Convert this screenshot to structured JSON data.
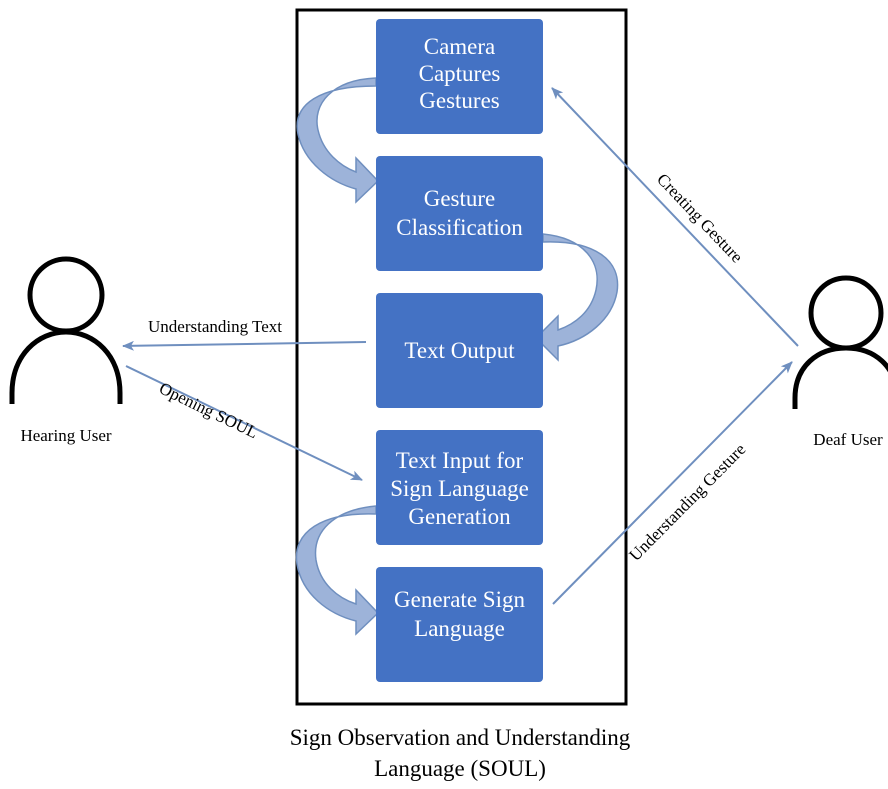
{
  "colors": {
    "box_fill": "#4472c4",
    "arrow_line": "#6f8fbf",
    "curved_arrow": "#9db3d9",
    "frame": "#000000"
  },
  "steps": [
    {
      "lines": [
        "Camera",
        "Captures",
        "Gestures"
      ]
    },
    {
      "lines": [
        "Gesture",
        "Classification"
      ]
    },
    {
      "lines": [
        "Text Output"
      ]
    },
    {
      "lines": [
        "Text Input for",
        "Sign Language",
        "Generation"
      ]
    },
    {
      "lines": [
        "Generate Sign",
        "Language"
      ]
    }
  ],
  "actors": {
    "hearing": {
      "label": "Hearing User",
      "icon": "person-icon"
    },
    "deaf": {
      "label": "Deaf User",
      "icon": "person-icon"
    }
  },
  "edges": {
    "understanding_text": "Understanding Text",
    "opening_soul": "Opening SOUL",
    "creating_gesture": "Creating Gesture",
    "understanding_gesture": "Understanding Gesture"
  },
  "caption": {
    "line1": "Sign Observation and Understanding",
    "line2": "Language (SOUL)"
  }
}
